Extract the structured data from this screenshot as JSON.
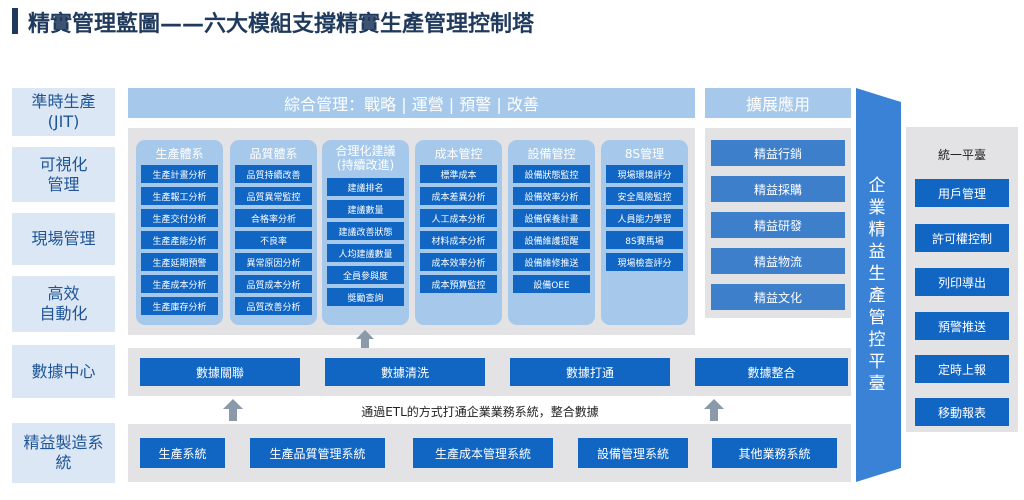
{
  "title": "精實管理藍圖——六大模組支撐精實生產管理控制塔",
  "left_labels": [
    "準時生產\n(JIT)",
    "可視化\n管理",
    "現場管理",
    "高效\n自動化",
    "數據中心",
    "精益製造系\n統"
  ],
  "integrated_header": "綜合管理：戰略 | 運營 | 預警 | 改善",
  "extension_header": "擴展應用",
  "modules": [
    {
      "title": "生產體系",
      "items": [
        "生產計畫分析",
        "生產報工分析",
        "生產交付分析",
        "生產產能分析",
        "生產延期預警",
        "生產成本分析",
        "生產庫存分析"
      ]
    },
    {
      "title": "品質體系",
      "items": [
        "品質持續改善",
        "品質異常監控",
        "合格率分析",
        "不良率",
        "異常原因分析",
        "品質成本分析",
        "品質改善分析"
      ]
    },
    {
      "title": "合理化建議\n(持續改進)",
      "items": [
        "建議排名",
        "建議數量",
        "建議改善狀態",
        "人均建議數量",
        "全員參與度",
        "獎勵查詢"
      ]
    },
    {
      "title": "成本管控",
      "items": [
        "標準成本",
        "成本差異分析",
        "人工成本分析",
        "材料成本分析",
        "成本效率分析",
        "成本預算監控"
      ]
    },
    {
      "title": "設備管控",
      "items": [
        "設備狀態監控",
        "設備效率分析",
        "設備保養計畫",
        "設備維護提醒",
        "設備維修推送",
        "設備OEE"
      ]
    },
    {
      "title": "8S管理",
      "items": [
        "現場環境評分",
        "安全風險監控",
        "人員能力學習",
        "8S賽馬場",
        "現場檢查評分"
      ]
    }
  ],
  "extensions": [
    "精益行銷",
    "精益採購",
    "精益研發",
    "精益物流",
    "精益文化"
  ],
  "data_center": [
    "數據關聯",
    "數據清洗",
    "數據打通",
    "數據整合"
  ],
  "etl_note": "通過ETL的方式打通企業業務系統，整合數據",
  "systems": [
    "生產系統",
    "生產品質管理系統",
    "生產成本管理系統",
    "設備管理系統",
    "其他業務系統"
  ],
  "tower_label": "企業精益生產管控平臺",
  "platform": {
    "title": "統一平臺",
    "items": [
      "用戶管理",
      "許可權控制",
      "列印導出",
      "預警推送",
      "定時上報",
      "移動報表"
    ]
  },
  "colors": {
    "dark_blue": "#1166c4",
    "light_blue": "#a6c8ea",
    "label_bg": "#dbe7f4",
    "gray": "#e3e3e6",
    "tower": "#3a82d6",
    "arrow": "#8a9aab"
  }
}
